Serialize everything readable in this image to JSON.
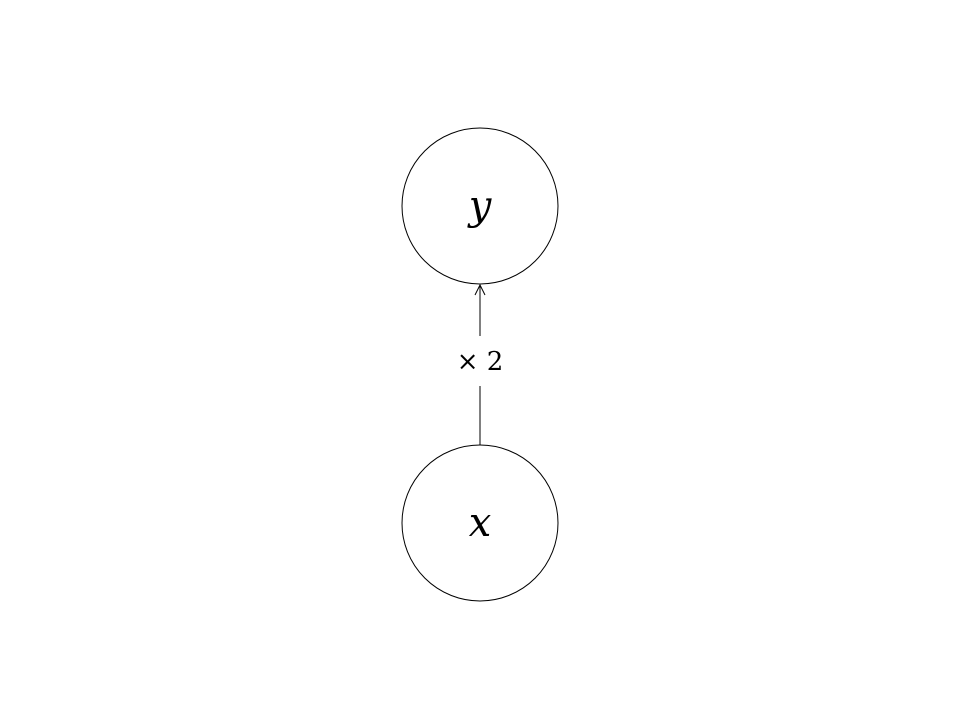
{
  "diagram": {
    "nodes": {
      "top": {
        "label": "y"
      },
      "bottom": {
        "label": "x"
      }
    },
    "edge": {
      "label": "× 2",
      "from": "x",
      "to": "y"
    },
    "colors": {
      "stroke": "#000000",
      "background": "#ffffff"
    }
  }
}
